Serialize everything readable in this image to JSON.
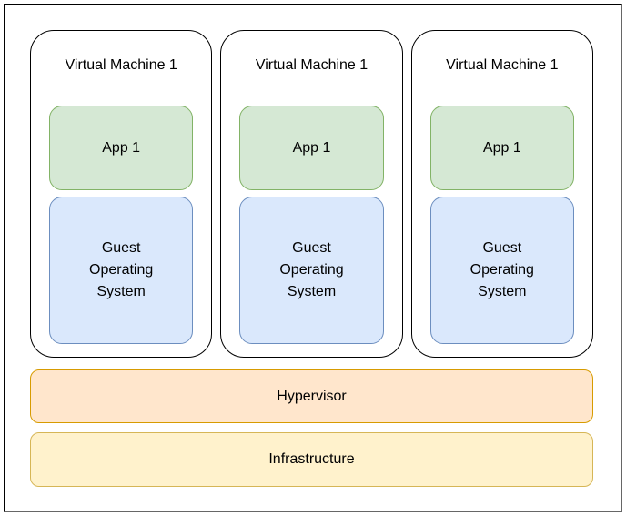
{
  "colors": {
    "frame_border": "#000000",
    "frame_shadow": "#666666",
    "vm_fill": "#ffffff",
    "vm_border": "#000000",
    "app_fill": "#d5e8d4",
    "app_border": "#82b366",
    "guest_fill": "#dae8fc",
    "guest_border": "#6c8ebf",
    "hypervisor_fill": "#ffe6cc",
    "hypervisor_border": "#d79b00",
    "infrastructure_fill": "#fff2cc",
    "infrastructure_border": "#d6b656",
    "text": "#000000"
  },
  "vms": [
    {
      "title": "Virtual Machine 1",
      "app_label": "App 1",
      "guest_os_label": "Guest Operating System"
    },
    {
      "title": "Virtual Machine 1",
      "app_label": "App 1",
      "guest_os_label": "Guest Operating System"
    },
    {
      "title": "Virtual Machine 1",
      "app_label": "App 1",
      "guest_os_label": "Guest Operating System"
    }
  ],
  "layers": [
    {
      "label": "Hypervisor"
    },
    {
      "label": "Infrastructure"
    }
  ]
}
